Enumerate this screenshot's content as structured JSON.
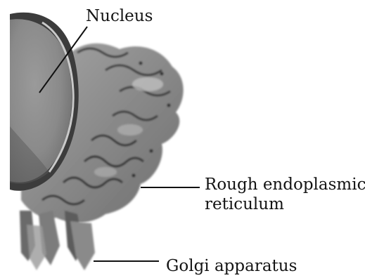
{
  "labels": {
    "nucleus": "Nucleus",
    "rough_er_line1": "Rough endoplasmic",
    "rough_er_line2": "reticulum",
    "golgi": "Golgi apparatus"
  },
  "structures": [
    {
      "name": "nucleus",
      "icon": "nucleus-illustration"
    },
    {
      "name": "rough-endoplasmic-reticulum",
      "icon": "rough-er-folds-illustration"
    },
    {
      "name": "golgi-apparatus",
      "icon": "golgi-stack-illustration"
    }
  ],
  "colors": {
    "background": "#ffffff",
    "nucleus_fill": "#8f8f8f",
    "membrane_highlight": "#d8d8d8",
    "er_fill": "#7a7a7a",
    "er_shadow": "#3a3a3a",
    "leader_line": "#111111",
    "text": "#141414"
  }
}
